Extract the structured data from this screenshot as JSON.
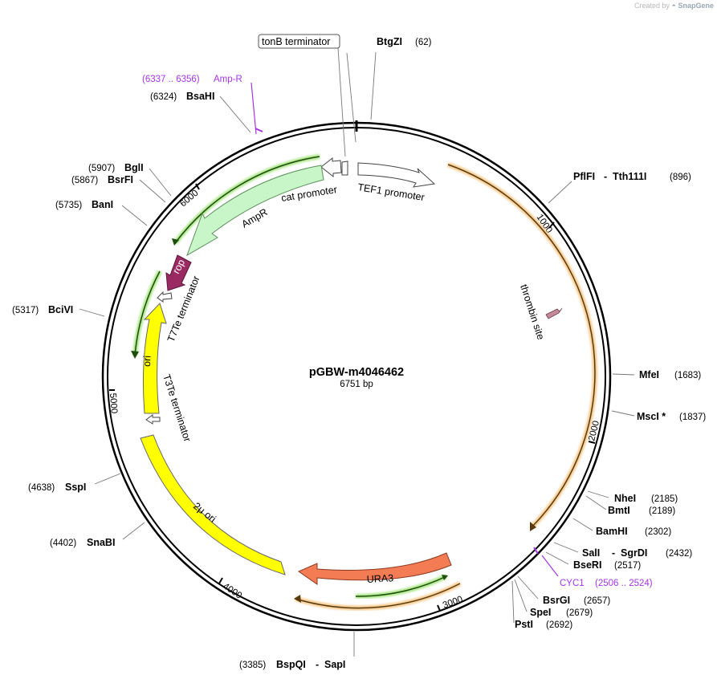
{
  "plasmid": {
    "name": "pGBW-m4046462",
    "length_label": "6751 bp",
    "length": 6751
  },
  "watermark": {
    "prefix": "Created by",
    "brand": "SnapGene"
  },
  "ticks": [
    "1000",
    "2000",
    "3000",
    "4000",
    "5000",
    "6000"
  ],
  "sites": [
    {
      "id": "btgzi",
      "name": "BtgZI",
      "pos": "(62)"
    },
    {
      "id": "pflfi",
      "name": "PflFI",
      "name2": "Tth111I",
      "pos": "(896)"
    },
    {
      "id": "mfei",
      "name": "MfeI",
      "pos": "(1683)"
    },
    {
      "id": "msci",
      "name": "MscI *",
      "pos": "(1837)"
    },
    {
      "id": "nhei",
      "name": "NheI",
      "pos": "(2185)"
    },
    {
      "id": "bmti",
      "name": "BmtI",
      "pos": "(2189)"
    },
    {
      "id": "bamhi",
      "name": "BamHI",
      "pos": "(2302)"
    },
    {
      "id": "sali",
      "name": "SalI",
      "name2": "SgrDI",
      "pos": "(2432)"
    },
    {
      "id": "bseri",
      "name": "BseRI",
      "pos": "(2517)"
    },
    {
      "id": "bsrgi",
      "name": "BsrGI",
      "pos": "(2657)"
    },
    {
      "id": "spei",
      "name": "SpeI",
      "pos": "(2679)"
    },
    {
      "id": "psti",
      "name": "PstI",
      "pos": "(2692)"
    },
    {
      "id": "bspqi",
      "name": "BspQI",
      "name2": "SapI",
      "pos": "(3385)"
    },
    {
      "id": "snabi",
      "name": "SnaBI",
      "pos": "(4402)"
    },
    {
      "id": "sspi",
      "name": "SspI",
      "pos": "(4638)"
    },
    {
      "id": "bcivi",
      "name": "BciVI",
      "pos": "(5317)"
    },
    {
      "id": "bani",
      "name": "BanI",
      "pos": "(5735)"
    },
    {
      "id": "bsrfi",
      "name": "BsrFI",
      "pos": "(5867)"
    },
    {
      "id": "bgli",
      "name": "BglI",
      "pos": "(5907)"
    },
    {
      "id": "bsahi",
      "name": "BsaHI",
      "pos": "(6324)"
    }
  ],
  "primers": [
    {
      "id": "cyc1",
      "name": "CYC1",
      "range": "(2506 .. 2524)"
    },
    {
      "id": "ampr-primer",
      "name": "Amp-R",
      "range": "(6337 .. 6356)"
    }
  ],
  "features": {
    "tonb": "tonB terminator",
    "tef1": "TEF1 promoter",
    "cat": "cat promoter",
    "ampr": "AmpR",
    "rop": "rop",
    "t7te": "T7Te terminator",
    "ori": "ori",
    "t3te": "T3Te terminator",
    "ori2u": "2μ ori",
    "ura3": "URA3",
    "thrombin": "thrombin site"
  },
  "colors": {
    "backbone": "#000000",
    "orf_orange": "#f0a23c",
    "orf_green": "#7ccd47",
    "ampr_fill": "#c8f6c8",
    "rop_fill": "#9a2a62",
    "ori_fill": "#ffff00",
    "ura3_fill": "#f47c54",
    "primer": "#a535e6"
  }
}
